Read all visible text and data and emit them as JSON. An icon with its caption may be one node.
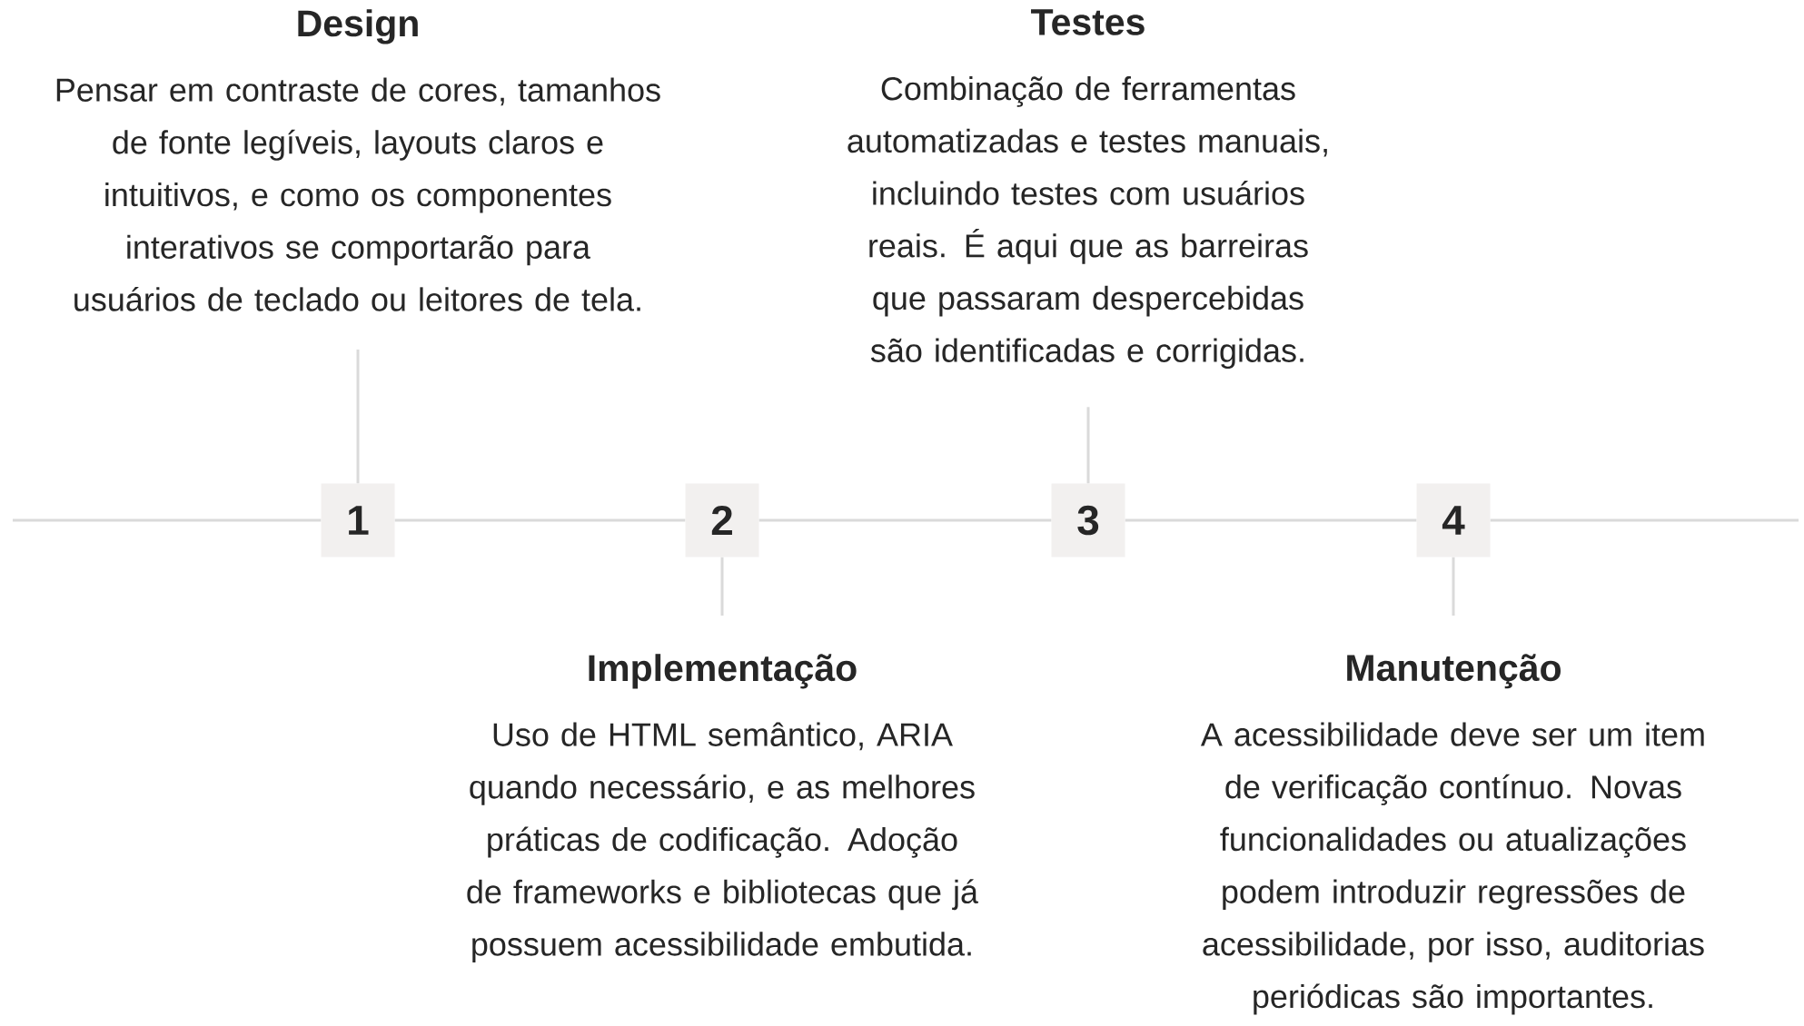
{
  "diagram": {
    "nodes": [
      {
        "text": [
          "Design",
          "Pensar em contraste de cores, tamanhos de fonte legíveis, layouts claros e intuitivos, e como os componentes interativos se comportarão para usuários de teclado ou leitores de tela."
        ]
      },
      {
        "text": [
          "Testes",
          "Combinação de ferramentas automatizadas e testes manuais, incluindo testes com usuários reais. É aqui que as barreiras que passaram despercebidas são identificadas e corrigidas."
        ]
      },
      {
        "text": [
          "1"
        ]
      },
      {
        "text": [
          "2"
        ]
      },
      {
        "text": [
          "3"
        ]
      },
      {
        "text": [
          "4"
        ]
      },
      {
        "text": [
          "Implementação",
          "Uso de HTML semântico, ARIA quando necessário, e as melhores práticas de codificação. Adoção de frameworks e bibliotecas que já possuem acessibilidade embutida."
        ]
      },
      {
        "text": [
          "Manutenção",
          "A acessibilidade deve ser um item de verificação contínuo. Novas funcionalidades ou atualizações podem introduzir regressões de acessibilidade, por isso, auditorias periódicas são importantes."
        ]
      }
    ],
    "edges": [
      {
        "from": null,
        "to": 2,
        "arrow": "none"
      },
      {
        "from": 2,
        "to": 3,
        "arrow": "none"
      },
      {
        "from": 3,
        "to": 4,
        "arrow": "none"
      },
      {
        "from": 4,
        "to": 5,
        "arrow": "none"
      },
      {
        "from": 5,
        "to": null,
        "arrow": "none"
      },
      {
        "from": 0,
        "to": 2,
        "arrow": "none"
      },
      {
        "from": 1,
        "to": 4,
        "arrow": "none"
      },
      {
        "from": 3,
        "to": 6,
        "arrow": "none"
      },
      {
        "from": 5,
        "to": 7,
        "arrow": "none"
      }
    ]
  }
}
